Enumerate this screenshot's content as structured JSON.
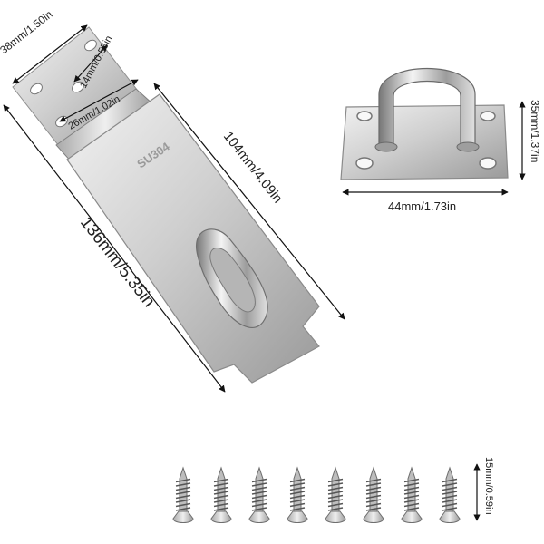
{
  "hasp": {
    "stamp": "SU304",
    "dims": {
      "width": "38mm/1.50in",
      "hole_spacing": "14mm/0.55in",
      "hinge_width": "26mm/1.02in",
      "staple_length": "104mm/4.09in",
      "total_length": "136mm/5.35in"
    }
  },
  "staple_plate": {
    "dims": {
      "height": "35mm/1.37in",
      "width": "44mm/1.73in"
    }
  },
  "screws": {
    "count": 8,
    "length": "15mm/0.59in"
  },
  "colors": {
    "steel_light": "#eeeeee",
    "steel_mid": "#c8c8c8",
    "steel_dark": "#8a8a8a",
    "dim_line": "#111111"
  }
}
